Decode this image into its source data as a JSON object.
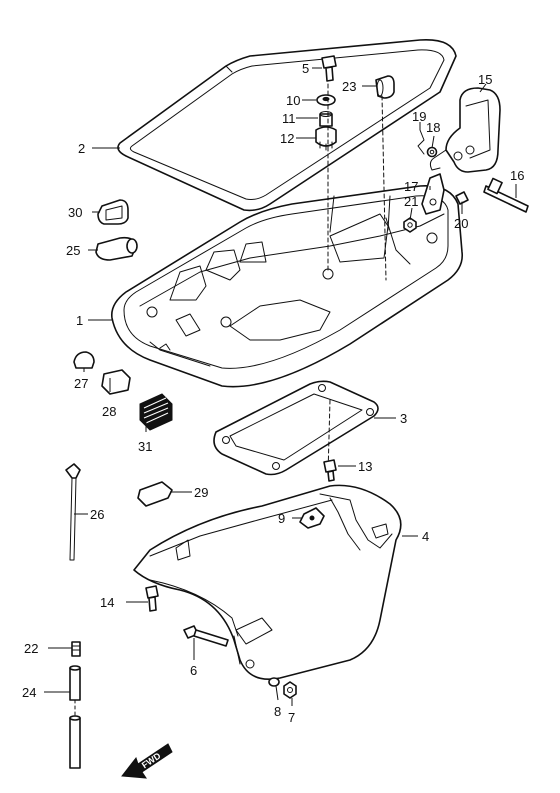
{
  "diagram": {
    "callouts": [
      "1",
      "2",
      "3",
      "4",
      "5",
      "6",
      "7",
      "8",
      "9",
      "10",
      "11",
      "12",
      "13",
      "14",
      "15",
      "16",
      "17",
      "18",
      "19",
      "20",
      "21",
      "22",
      "23",
      "24",
      "25",
      "26",
      "27",
      "28",
      "29",
      "30",
      "31"
    ],
    "fwd_label": "FWD"
  }
}
